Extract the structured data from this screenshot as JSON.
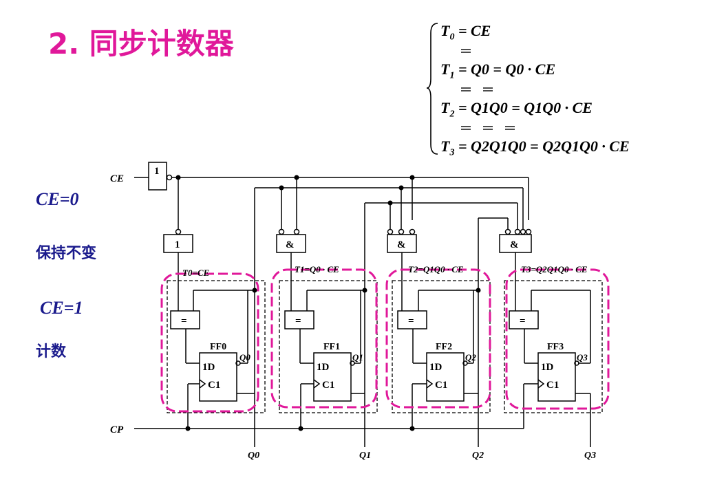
{
  "title": "2. 同步计数器",
  "side": {
    "ce0": "CE=0",
    "hold": "保持不变",
    "ce1": "CE=1",
    "count": "计数"
  },
  "equations": [
    {
      "lhs": "T",
      "sub": "0",
      "rhs": "= CE"
    },
    {
      "lhs": "T",
      "sub": "1",
      "rhs": "= Q0 = Q0 · CE"
    },
    {
      "lhs": "T",
      "sub": "2",
      "rhs": "= Q1Q0 = Q1Q0 · CE"
    },
    {
      "lhs": "T",
      "sub": "3",
      "rhs": "= Q2Q1Q0 = Q2Q1Q0 · CE"
    }
  ],
  "circuit": {
    "inputs": {
      "ce": "CE",
      "cp": "CP"
    },
    "gates": {
      "not_label": "1",
      "and_label": "&",
      "xnor_label": "="
    },
    "ff_pins": {
      "d": "1D",
      "clk": "C1"
    },
    "stages": [
      {
        "ff": "FF0",
        "qbar": "Q0",
        "output": "Q0",
        "t_label": "T0=CE"
      },
      {
        "ff": "FF1",
        "qbar": "Q1",
        "output": "Q1",
        "t_label": "T1=Q0 · CE"
      },
      {
        "ff": "FF2",
        "qbar": "Q2",
        "output": "Q2",
        "t_label": "T2=Q1Q0 · CE"
      },
      {
        "ff": "FF3",
        "qbar": "Q3",
        "output": "Q3",
        "t_label": "T3=Q2Q1Q0 · CE"
      }
    ]
  },
  "colors": {
    "title": "#e0189a",
    "side": "#1a1a8c",
    "highlight": "#e0189a"
  }
}
